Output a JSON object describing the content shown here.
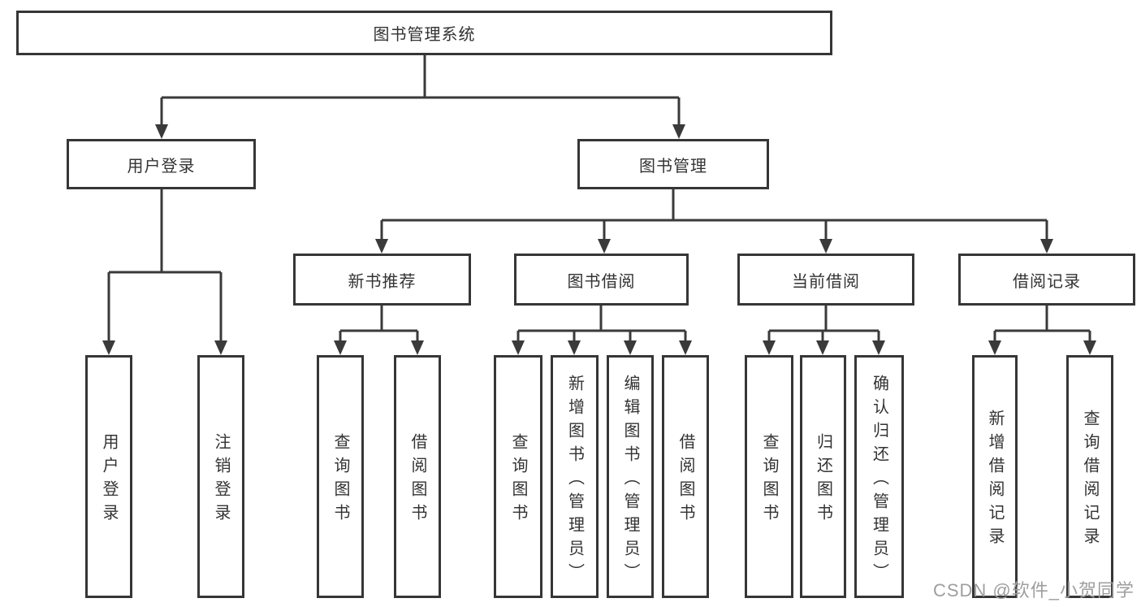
{
  "diagram": {
    "type": "functional-structure-tree",
    "line_color": "#3a3a3a",
    "text_color": "#333333",
    "background": "#ffffff"
  },
  "tree": {
    "label": "图书管理系统",
    "children": [
      {
        "label": "用户登录",
        "children": [
          {
            "label": "用户登录"
          },
          {
            "label": "注销登录"
          }
        ]
      },
      {
        "label": "图书管理",
        "children": [
          {
            "label": "新书推荐",
            "children": [
              {
                "label": "查询图书"
              },
              {
                "label": "借阅图书"
              }
            ]
          },
          {
            "label": "图书借阅",
            "children": [
              {
                "label": "查询图书"
              },
              {
                "label": "新增图书（管理员）"
              },
              {
                "label": "编辑图书（管理员）"
              },
              {
                "label": "借阅图书"
              }
            ]
          },
          {
            "label": "当前借阅",
            "children": [
              {
                "label": "查询图书"
              },
              {
                "label": "归还图书"
              },
              {
                "label": "确认归还（管理员）"
              }
            ]
          },
          {
            "label": "借阅记录",
            "children": [
              {
                "label": "新增借阅记录"
              },
              {
                "label": "查询借阅记录"
              }
            ]
          }
        ]
      }
    ]
  },
  "watermark": {
    "text": "CSDN @软件_小贺同学",
    "color": "#9e9e9e"
  }
}
